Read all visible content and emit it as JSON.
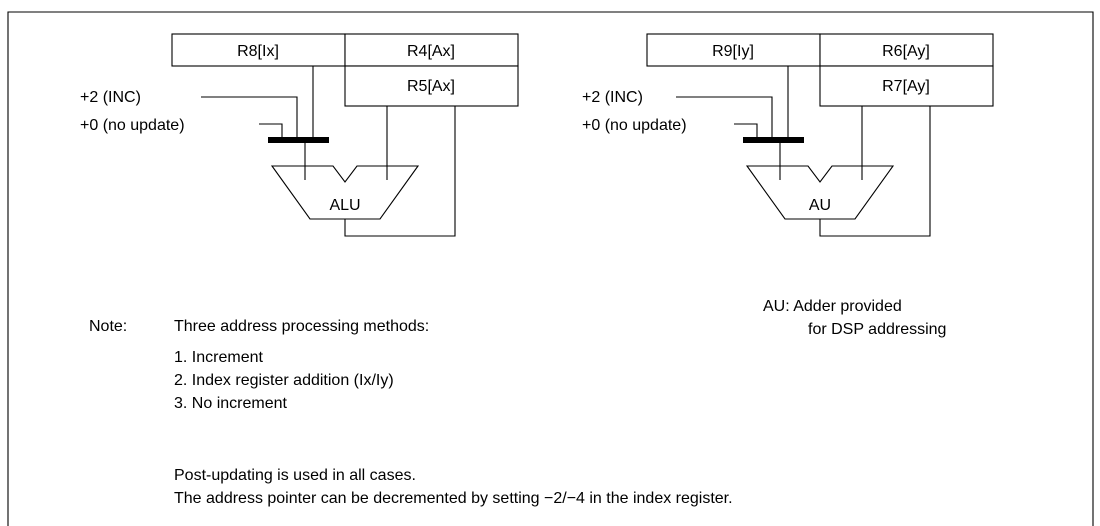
{
  "diagram": {
    "left": {
      "index_register": "R8[Ix]",
      "addr_reg_top": "R4[Ax]",
      "addr_reg_bottom": "R5[Ax]",
      "inc_label": "+2 (INC)",
      "no_update_label": "+0 (no update)",
      "unit_label": "ALU"
    },
    "right": {
      "index_register": "R9[Iy]",
      "addr_reg_top": "R6[Ay]",
      "addr_reg_bottom": "R7[Ay]",
      "inc_label": "+2 (INC)",
      "no_update_label": "+0 (no update)",
      "unit_label": "AU"
    },
    "au_note": {
      "line1": "AU:  Adder provided",
      "line2": "for DSP addressing"
    },
    "note": {
      "prefix": "Note:",
      "heading": "Three address processing methods:",
      "items": [
        "1.  Increment",
        "2.  Index register addition (Ix/Iy)",
        "3.  No increment"
      ],
      "footer1": "Post-updating is used in all cases.",
      "footer2": "The address pointer can be decremented by setting −2/−4 in the index register."
    }
  }
}
